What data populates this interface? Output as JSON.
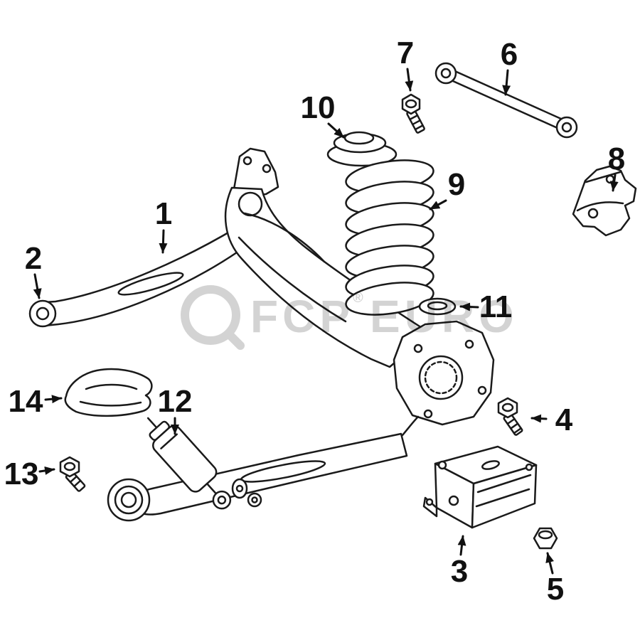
{
  "canvas": {
    "background": "#ffffff",
    "line_color": "#1a1a1a"
  },
  "watermark": {
    "left": "FCP",
    "reg": "®",
    "right": "EURO",
    "color": "#cccccc"
  },
  "callouts": [
    {
      "label": "1"
    },
    {
      "label": "2"
    },
    {
      "label": "3"
    },
    {
      "label": "4"
    },
    {
      "label": "5"
    },
    {
      "label": "6"
    },
    {
      "label": "7"
    },
    {
      "label": "8"
    },
    {
      "label": "9"
    },
    {
      "label": "10"
    },
    {
      "label": "11"
    },
    {
      "label": "12"
    },
    {
      "label": "13"
    },
    {
      "label": "14"
    }
  ]
}
